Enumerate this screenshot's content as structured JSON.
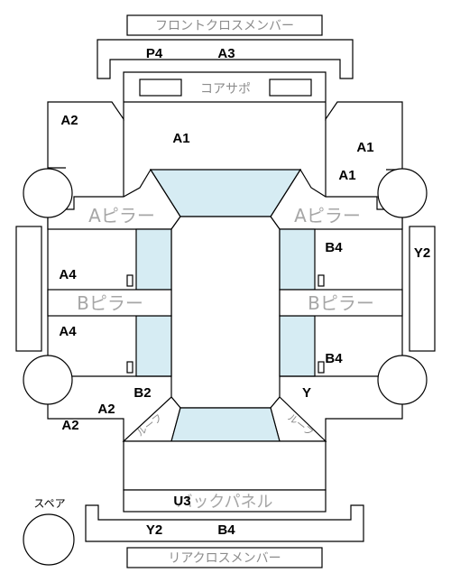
{
  "labels": {
    "front_cross_member": "フロントクロスメンバー",
    "core_support": "コアサポ",
    "a_pillar": "Aピラー",
    "b_pillar": "Bピラー",
    "roof_rail": "ルーフ",
    "back_panel": "バックパネル",
    "rear_cross_member": "リアクロスメンバー",
    "spare": "スペア"
  },
  "codes": {
    "front_p4": "P4",
    "front_a3": "A3",
    "front_left_a2": "A2",
    "front_center_a1": "A1",
    "front_right_a1_upper": "A1",
    "front_right_a1_lower": "A1",
    "left_front_door_a4": "A4",
    "left_rear_door_a4": "A4",
    "right_front_door_b4": "B4",
    "right_rear_door_b4": "B4",
    "right_side_y2": "Y2",
    "left_b2": "B2",
    "left_rear_a2_inner": "A2",
    "left_rear_a2_outer": "A2",
    "right_y": "Y",
    "trunk_u3": "U3",
    "rear_y2": "Y2",
    "rear_b4": "B4"
  }
}
